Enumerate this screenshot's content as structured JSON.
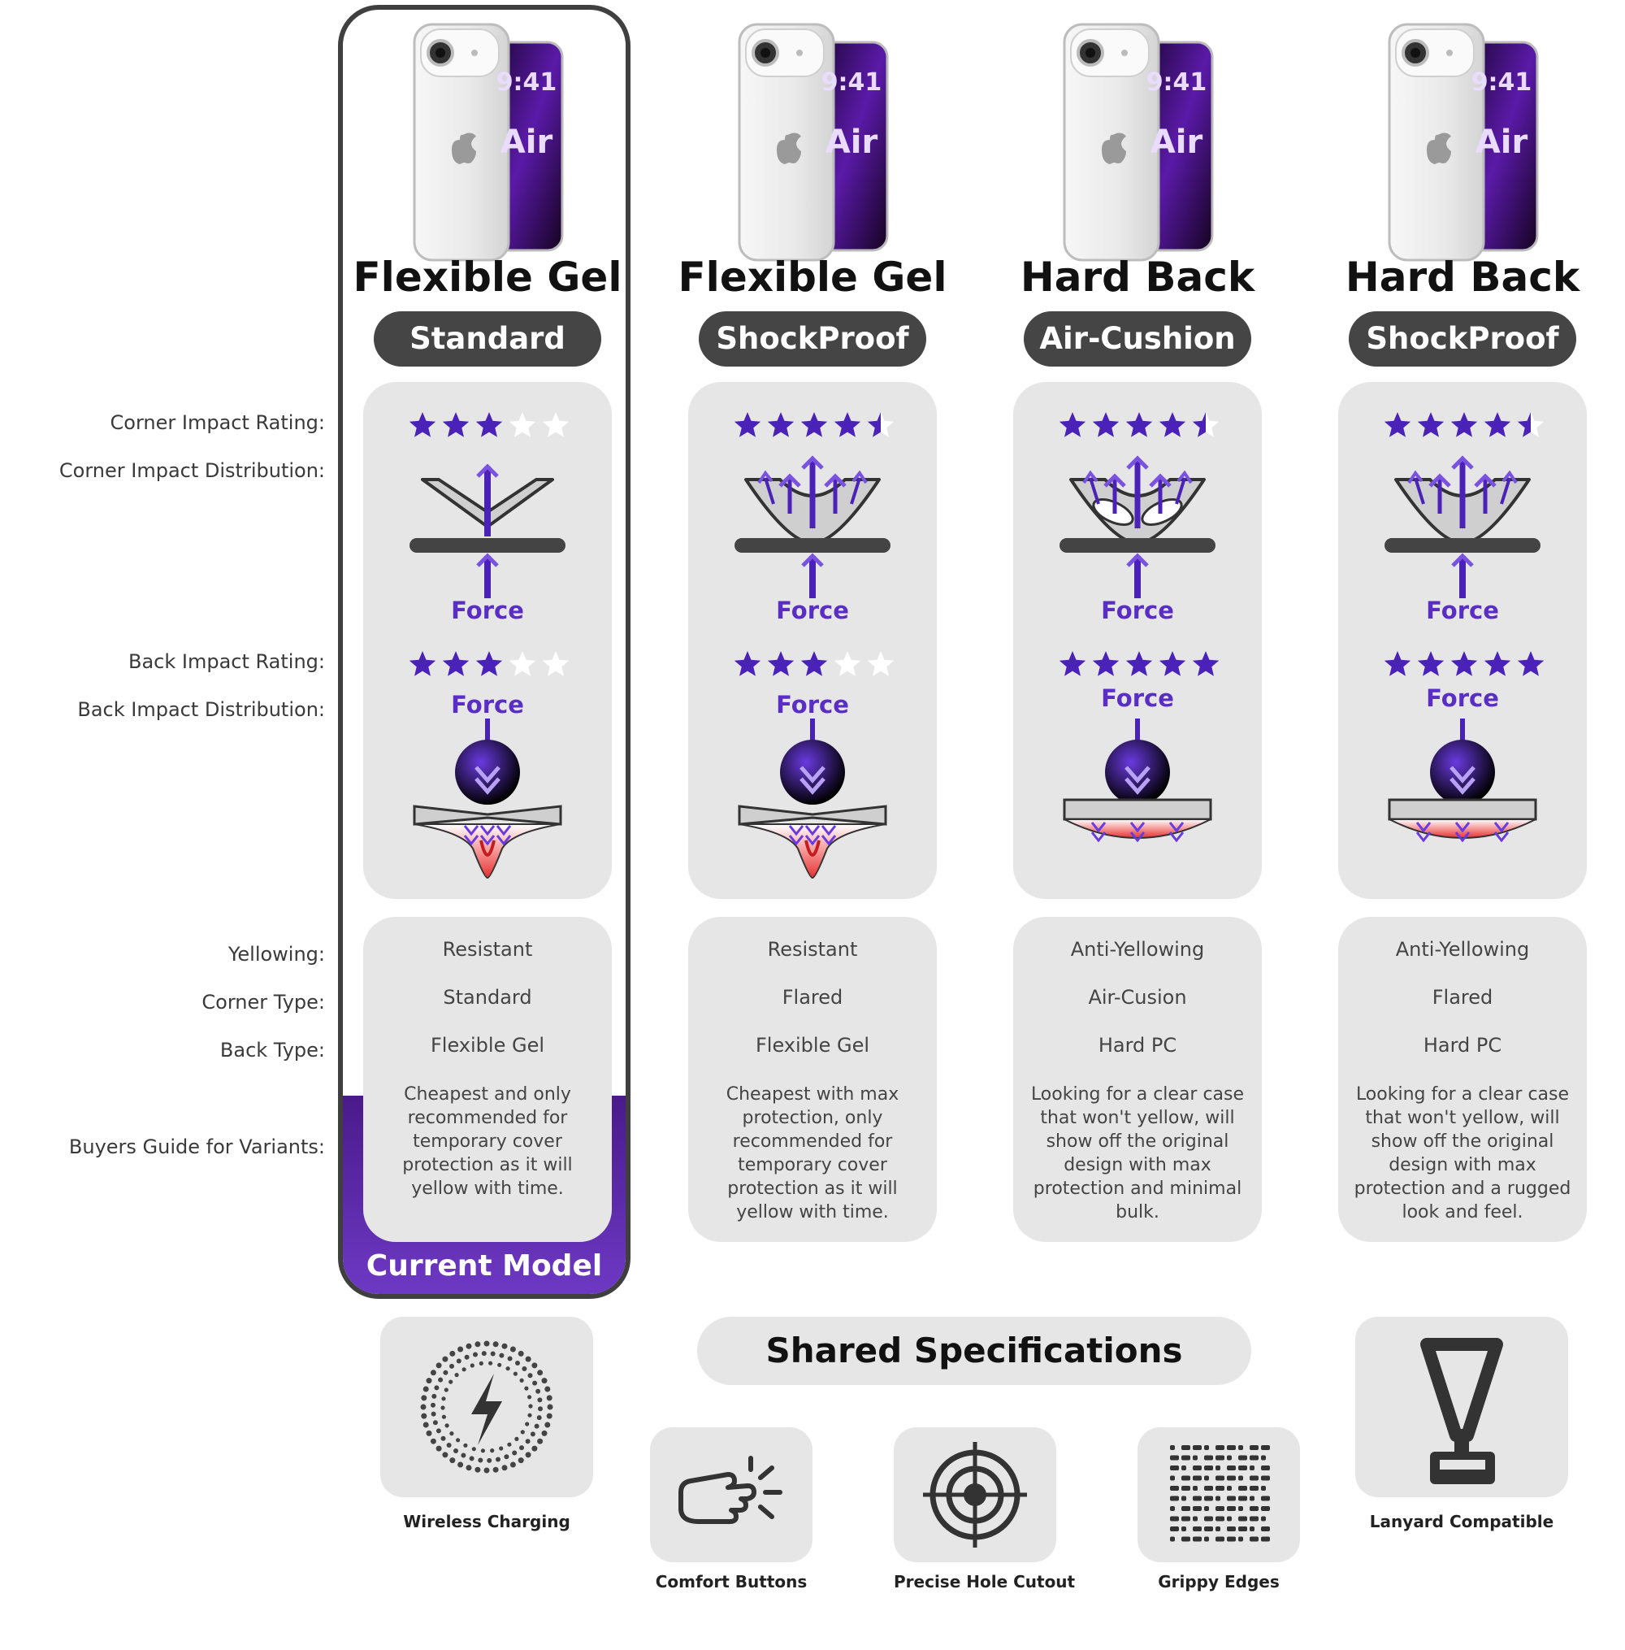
{
  "row_labels": {
    "corner_rating": "Corner Impact Rating:",
    "corner_distribution": "Corner Impact Distribution:",
    "back_rating": "Back Impact Rating:",
    "back_distribution": "Back Impact Distribution:",
    "yellowing": "Yellowing:",
    "corner_type": "Corner Type:",
    "back_type": "Back Type:",
    "buyers_guide": "Buyers Guide for Variants:"
  },
  "phone_screen": {
    "time": "9:41",
    "text": "Air"
  },
  "force_label": "Force",
  "columns": [
    {
      "title": "Flexible Gel",
      "variant": "Standard",
      "corner_rating": 3,
      "back_rating": 3,
      "yellowing": "Resistant",
      "corner_type": "Standard",
      "back_type": "Flexible Gel",
      "guide": "Cheapest and only recommended for temporary cover protection as it will yellow with time.",
      "current": true
    },
    {
      "title": "Flexible Gel",
      "variant": "ShockProof",
      "corner_rating": 4.5,
      "back_rating": 3,
      "yellowing": "Resistant",
      "corner_type": "Flared",
      "back_type": "Flexible Gel",
      "guide": "Cheapest with max protection, only recommended for temporary cover protection as it will yellow with time.",
      "current": false
    },
    {
      "title": "Hard Back",
      "variant": "Air-Cushion",
      "corner_rating": 4.5,
      "back_rating": 5,
      "yellowing": "Anti-Yellowing",
      "corner_type": "Air-Cusion",
      "back_type": "Hard PC",
      "guide": "Looking for a clear case that won't yellow, will show off the original design with max protection and minimal bulk.",
      "current": false
    },
    {
      "title": "Hard Back",
      "variant": "ShockProof",
      "corner_rating": 4.5,
      "back_rating": 5,
      "yellowing": "Anti-Yellowing",
      "corner_type": "Flared",
      "back_type": "Hard PC",
      "guide": "Looking for a clear case that won't yellow, will show off the original design with max protection and a rugged look and feel.",
      "current": false
    }
  ],
  "current_model_label": "Current Model",
  "shared_title": "Shared Specifications",
  "features": {
    "wireless": "Wireless Charging",
    "lanyard": "Lanyard Compatible",
    "buttons": "Comfort Buttons",
    "hole": "Precise Hole Cutout",
    "grippy": "Grippy Edges"
  },
  "colors": {
    "accent_purple": "#5a2dc4",
    "star_purple": "#4b22b8",
    "pill_dark": "#454545",
    "card_gray": "#e6e6e6",
    "impact_red": "#e83030"
  }
}
